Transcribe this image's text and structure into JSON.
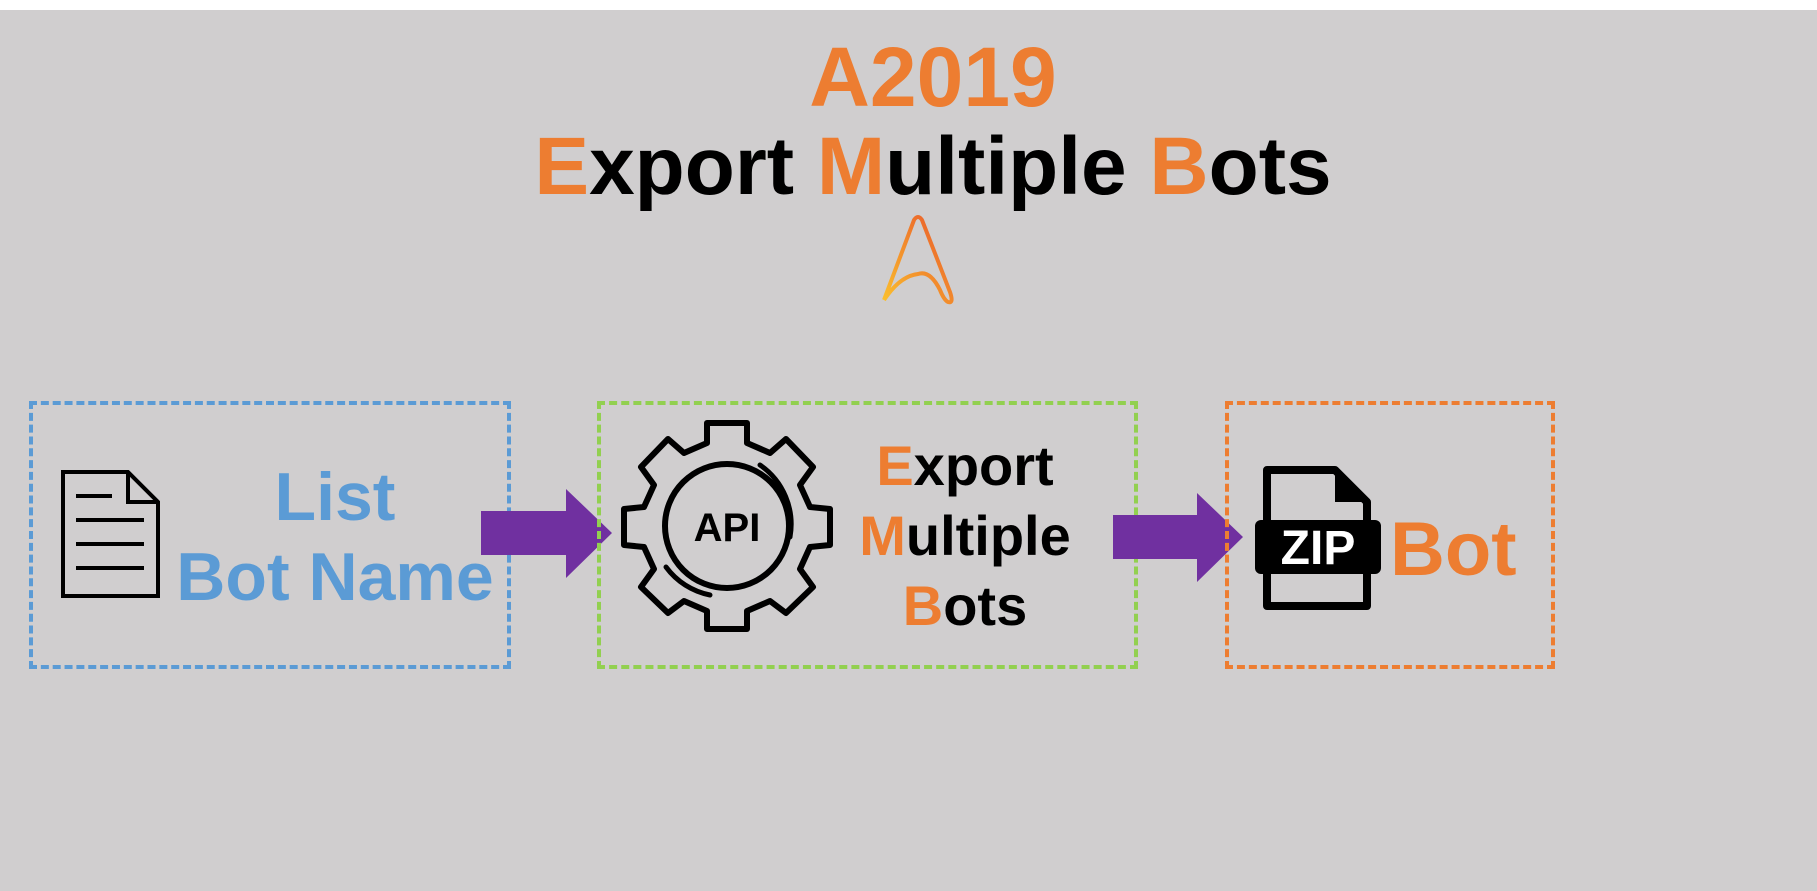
{
  "title": {
    "version": "A2019",
    "words": [
      {
        "initial": "E",
        "rest": "xport"
      },
      {
        "initial": "M",
        "rest": "ultiple"
      },
      {
        "initial": "B",
        "rest": "ots"
      }
    ]
  },
  "steps": [
    {
      "line1": "List",
      "line2": "Bot Name",
      "icon": "document-icon"
    },
    {
      "icon_label": "API",
      "words": [
        {
          "initial": "E",
          "rest": "xport"
        },
        {
          "initial": "M",
          "rest": "ultiple"
        },
        {
          "initial": "B",
          "rest": "ots"
        }
      ],
      "icon": "api-gear-icon"
    },
    {
      "icon_label": "ZIP",
      "label": "Bot",
      "icon": "zip-file-icon"
    }
  ],
  "colors": {
    "background": "#d0cecf",
    "accent": "#ed7d31",
    "blue": "#5b9bd5",
    "green": "#92d050",
    "arrow": "#7030a0"
  }
}
